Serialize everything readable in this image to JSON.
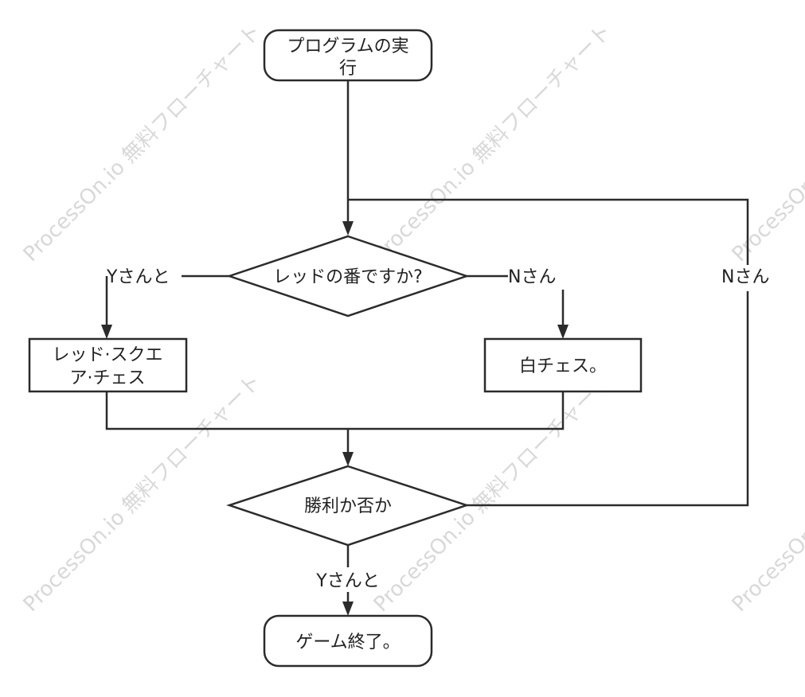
{
  "watermark": "ProcessOn.io 無料フローチャート",
  "nodes": {
    "start": {
      "line1": "プログラムの実",
      "line2": "行"
    },
    "is_red_turn": "レッドの番ですか?",
    "red_chess": {
      "line1": "レッド·スクエ",
      "line2": "ア·チェス"
    },
    "white_chess": "白チェス。",
    "win_or_not": "勝利か否か",
    "end": "ゲーム終了。"
  },
  "edge_labels": {
    "red_yes": "Yさんと",
    "red_no": "Nさん",
    "win_no": "Nさん",
    "win_yes": "Yさんと"
  }
}
